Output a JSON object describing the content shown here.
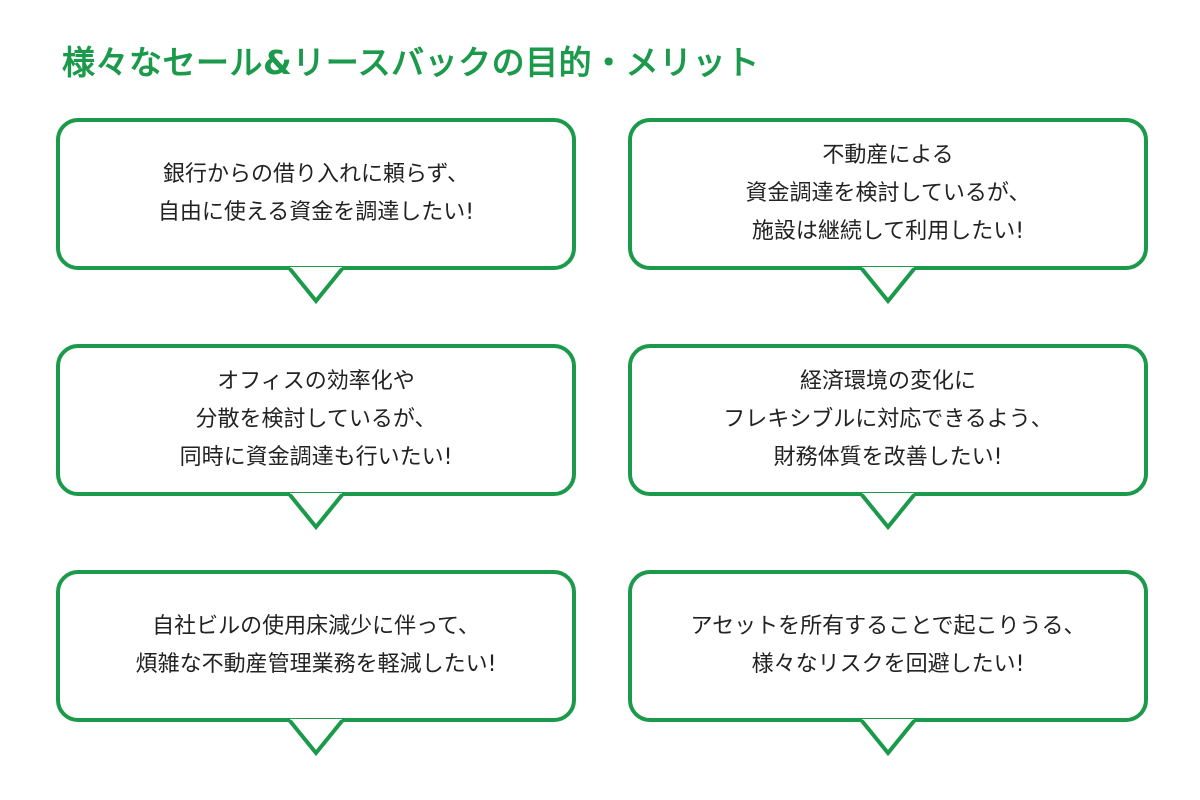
{
  "title": "様々なセール&リースバックの目的・メリット",
  "colors": {
    "accent": "#1a9a4a",
    "text": "#222222",
    "background": "#ffffff"
  },
  "bubbles": [
    {
      "lines": [
        "銀行からの借り入れに頼らず、",
        "自由に使える資金を調達したい!"
      ]
    },
    {
      "lines": [
        "不動産による",
        "資金調達を検討しているが、",
        "施設は継続して利用したい!"
      ]
    },
    {
      "lines": [
        "オフィスの効率化や",
        "分散を検討しているが、",
        "同時に資金調達も行いたい!"
      ]
    },
    {
      "lines": [
        "経済環境の変化に",
        "フレキシブルに対応できるよう、",
        "財務体質を改善したい!"
      ]
    },
    {
      "lines": [
        "自社ビルの使用床減少に伴って、",
        "煩雑な不動産管理業務を軽減したい!"
      ]
    },
    {
      "lines": [
        "アセットを所有することで起こりうる、",
        "様々なリスクを回避したい!"
      ]
    }
  ]
}
